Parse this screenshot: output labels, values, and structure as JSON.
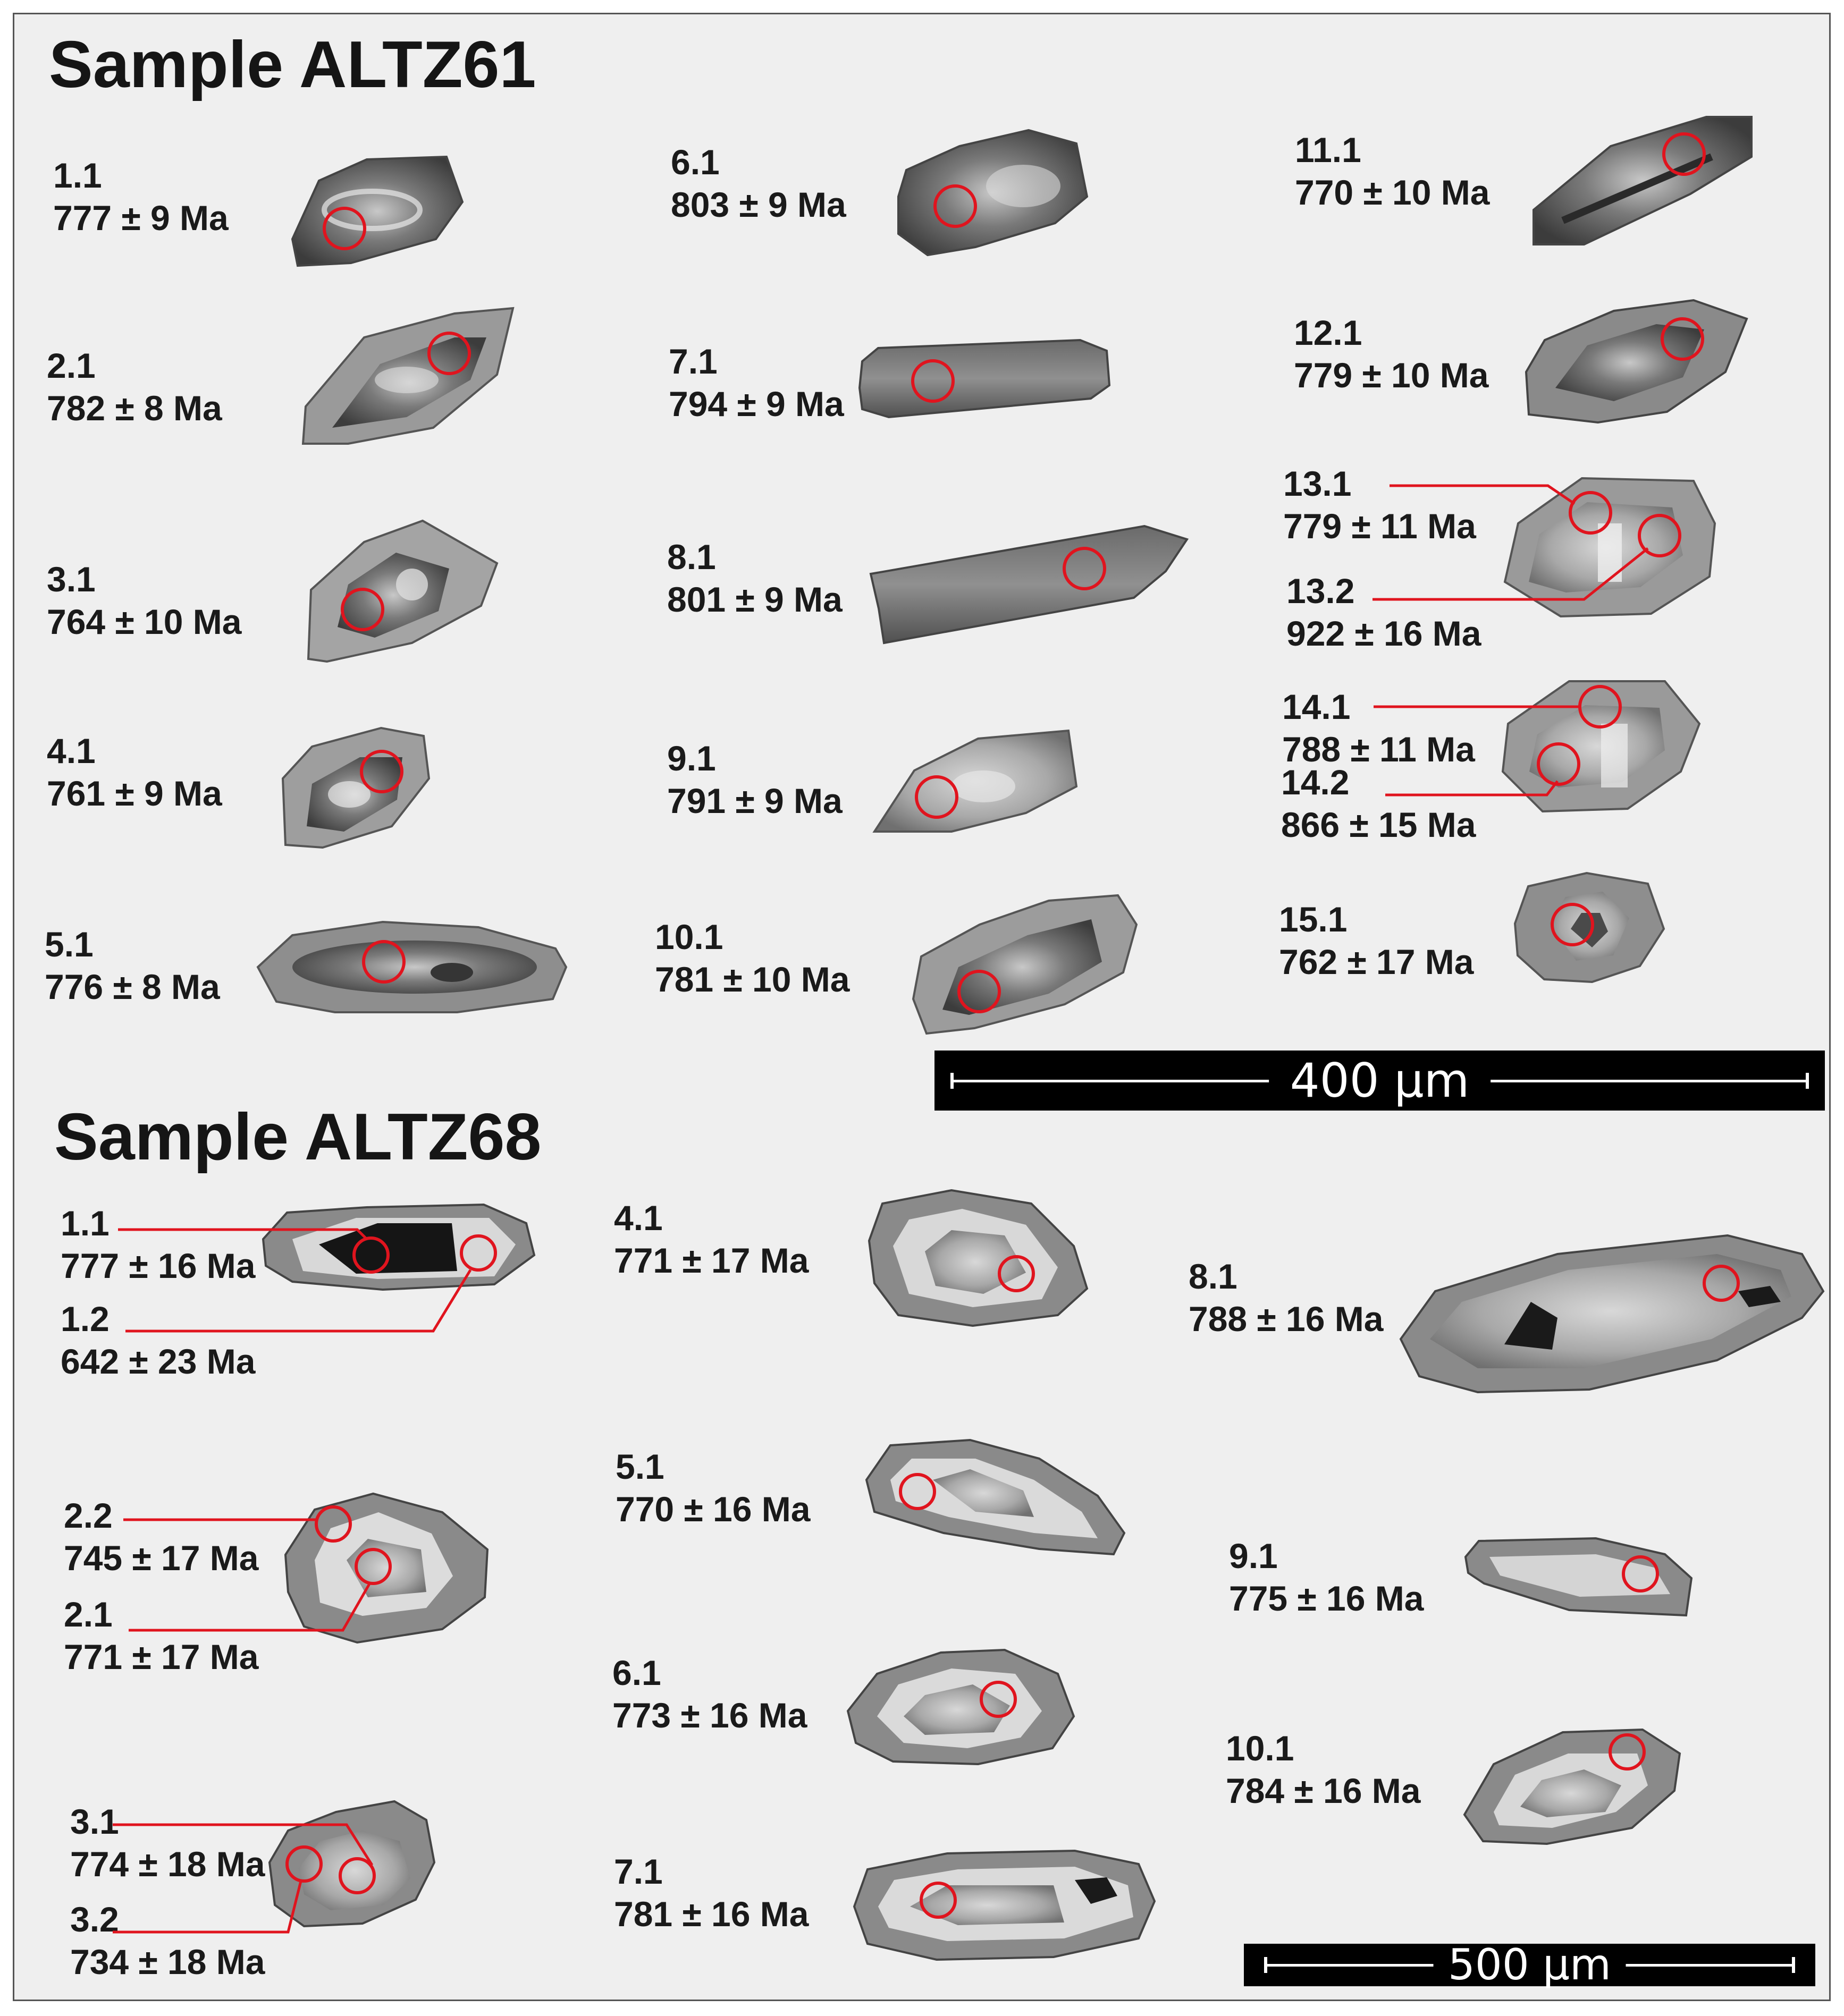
{
  "samples": [
    {
      "title": "Sample ALTZ61",
      "scale_bar": "400 µm",
      "spots": [
        {
          "id": "1.1",
          "age": "777 ± 9 Ma"
        },
        {
          "id": "2.1",
          "age": "782 ± 8 Ma"
        },
        {
          "id": "3.1",
          "age": "764 ± 10 Ma"
        },
        {
          "id": "4.1",
          "age": "761 ± 9 Ma"
        },
        {
          "id": "5.1",
          "age": "776 ± 8 Ma"
        },
        {
          "id": "6.1",
          "age": "803 ± 9 Ma"
        },
        {
          "id": "7.1",
          "age": "794 ± 9 Ma"
        },
        {
          "id": "8.1",
          "age": "801 ± 9 Ma"
        },
        {
          "id": "9.1",
          "age": "791 ± 9 Ma"
        },
        {
          "id": "10.1",
          "age": "781 ± 10 Ma"
        },
        {
          "id": "11.1",
          "age": "770 ± 10 Ma"
        },
        {
          "id": "12.1",
          "age": "779 ± 10 Ma"
        },
        {
          "id": "13.1",
          "age": "779 ± 11 Ma"
        },
        {
          "id": "13.2",
          "age": "922 ± 16 Ma"
        },
        {
          "id": "14.1",
          "age": "788 ± 11 Ma"
        },
        {
          "id": "14.2",
          "age": "866 ± 15 Ma"
        },
        {
          "id": "15.1",
          "age": "762 ± 17 Ma"
        }
      ]
    },
    {
      "title": "Sample ALTZ68",
      "scale_bar": "500 µm",
      "spots": [
        {
          "id": "1.1",
          "age": "777 ± 16 Ma"
        },
        {
          "id": "1.2",
          "age": "642 ± 23 Ma"
        },
        {
          "id": "2.2",
          "age": "745 ± 17 Ma"
        },
        {
          "id": "2.1",
          "age": "771 ± 17 Ma"
        },
        {
          "id": "3.1",
          "age": "774 ± 18 Ma"
        },
        {
          "id": "3.2",
          "age": "734 ± 18 Ma"
        },
        {
          "id": "4.1",
          "age": "771 ± 17 Ma"
        },
        {
          "id": "5.1",
          "age": "770 ± 16 Ma"
        },
        {
          "id": "6.1",
          "age": "773 ± 16 Ma"
        },
        {
          "id": "7.1",
          "age": "781 ± 16 Ma"
        },
        {
          "id": "8.1",
          "age": "788 ± 16 Ma"
        },
        {
          "id": "9.1",
          "age": "775 ± 16 Ma"
        },
        {
          "id": "10.1",
          "age": "784 ± 16 Ma"
        }
      ]
    }
  ],
  "colors": {
    "background": "#efefef",
    "spot_circle": "#e0141e",
    "leader_line": "#e0141e",
    "text": "#1a1a1a",
    "scale_bar": "#000000"
  }
}
